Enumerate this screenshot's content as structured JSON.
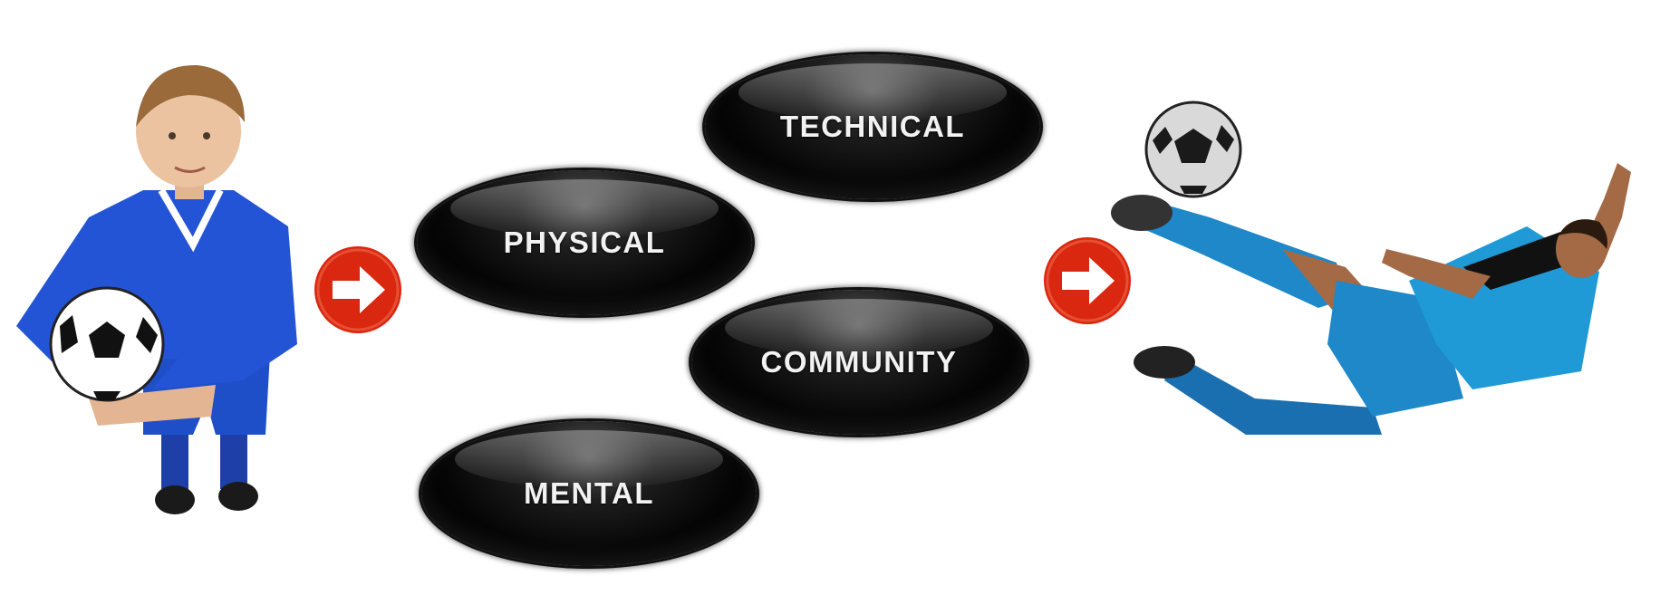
{
  "diagram": {
    "nodes": [
      {
        "id": "technical",
        "label": "TECHNICAL"
      },
      {
        "id": "physical",
        "label": "PHYSICAL"
      },
      {
        "id": "community",
        "label": "COMMUNITY"
      },
      {
        "id": "mental",
        "label": "MENTAL"
      }
    ],
    "start_figure": "young player holding soccer ball",
    "end_figure": "adult player kicking ball in mid-air",
    "flow": [
      "start_figure",
      "pillars",
      "end_figure"
    ]
  },
  "colors": {
    "arrow": "#d92710",
    "pill": "#000000",
    "pill_text": "#f2f2f2",
    "jersey": "#1f4fc8",
    "pro_kit": "#1e88c8"
  },
  "icons": [
    "boy-with-ball-illustration",
    "arrow-right-icon",
    "arrow-right-icon",
    "kicking-player-illustration",
    "soccer-ball-icon"
  ]
}
